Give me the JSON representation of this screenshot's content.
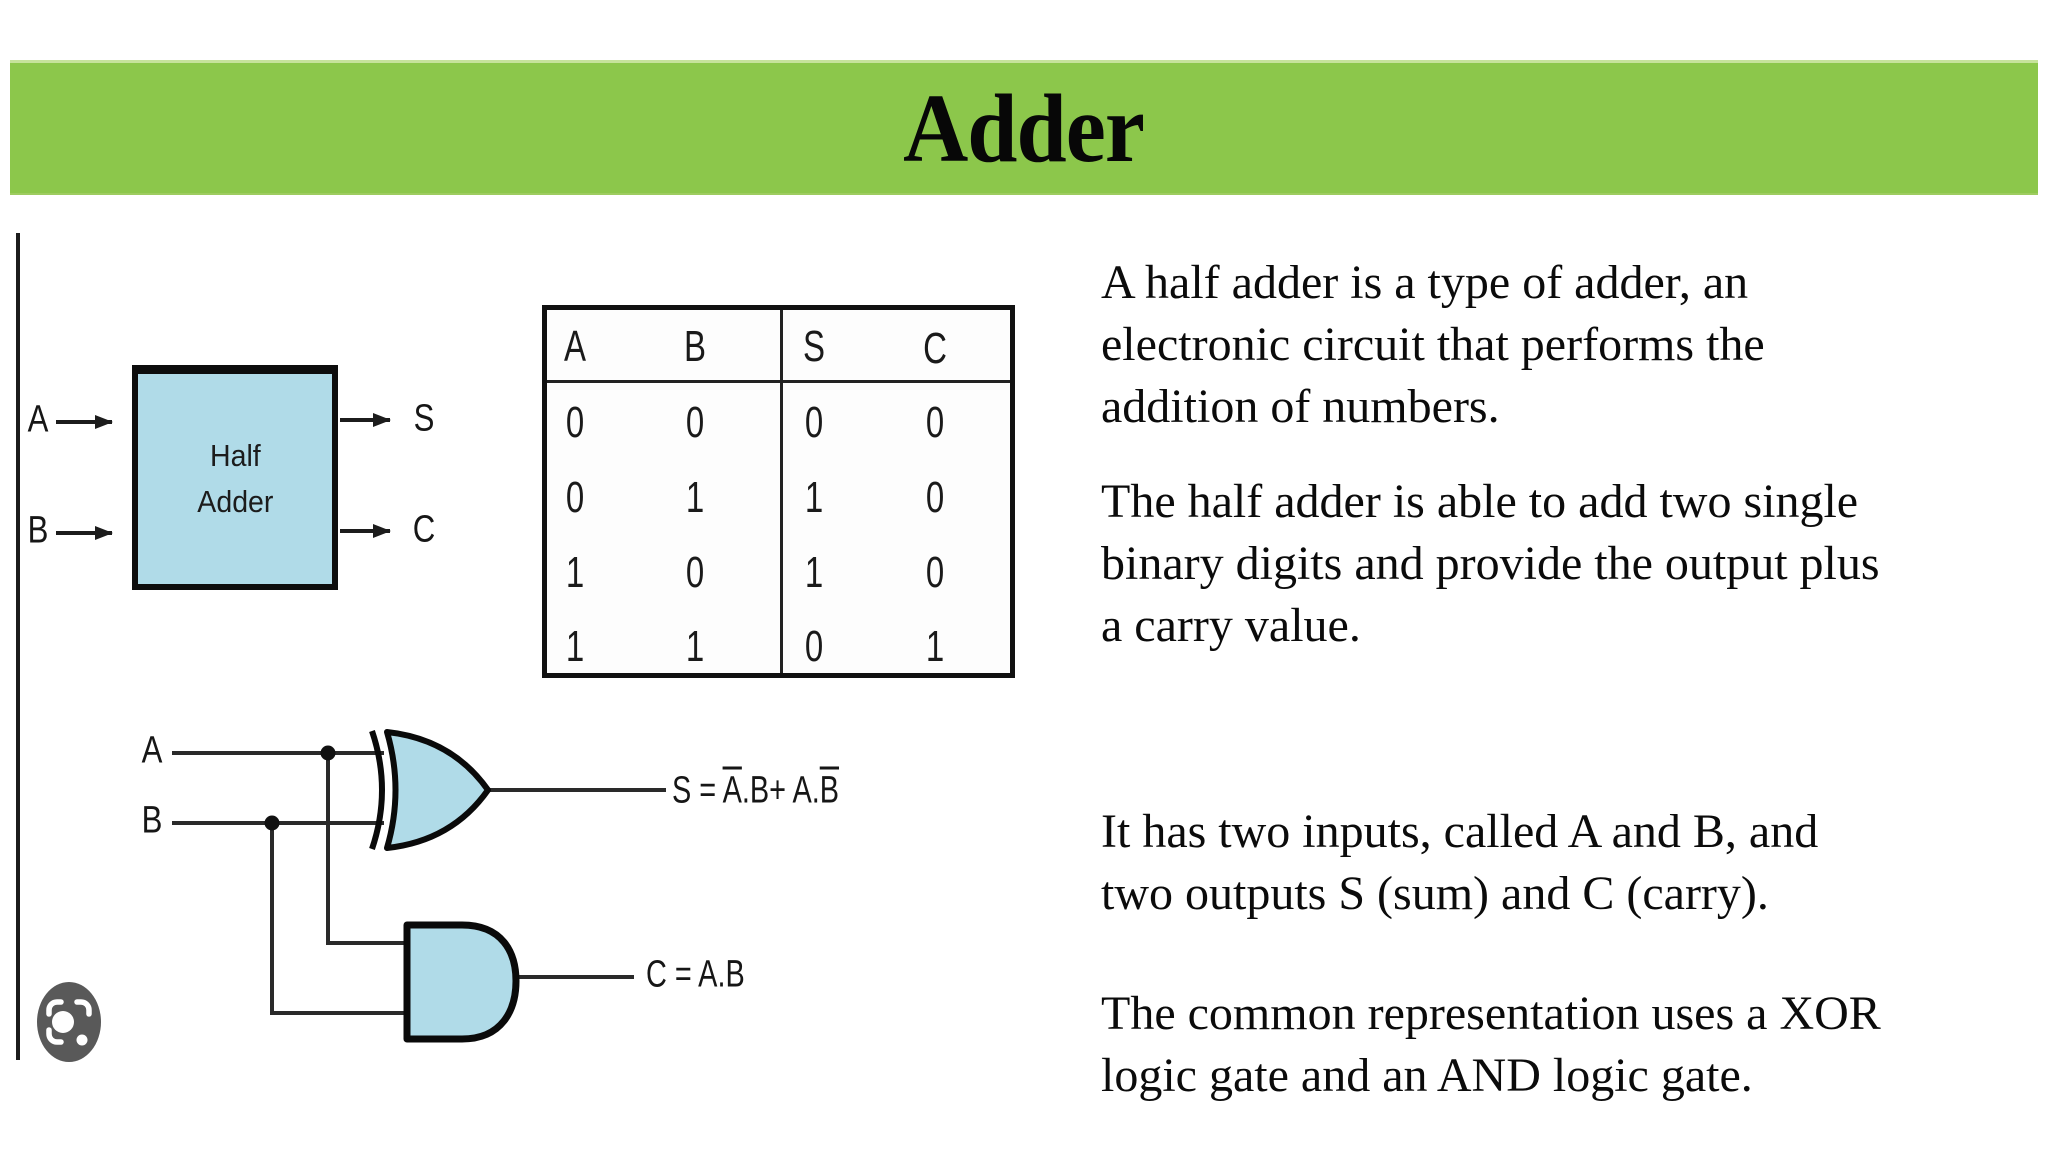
{
  "title": "Adder",
  "colors": {
    "banner_green": "#8CC74B",
    "banner_top_edge": "#C6E39B",
    "diagram_fill_blue": "#B0DBE8",
    "icon_gray": "#595959"
  },
  "block_diagram": {
    "name_line1": "Half",
    "name_line2": "Adder",
    "input_a": "A",
    "input_b": "B",
    "output_s": "S",
    "output_c": "C"
  },
  "truth_table": {
    "headers": [
      "A",
      "B",
      "S",
      "C"
    ],
    "rows": [
      [
        "0",
        "0",
        "0",
        "0"
      ],
      [
        "0",
        "1",
        "1",
        "0"
      ],
      [
        "1",
        "0",
        "1",
        "0"
      ],
      [
        "1",
        "1",
        "0",
        "1"
      ]
    ]
  },
  "gate_diagram": {
    "input_a": "A",
    "input_b": "B",
    "s_eq_prefix": "S = ",
    "s_eq_a_overline": "A",
    "s_eq_middle": ".B+ A.",
    "s_eq_b_overline": "B",
    "c_equation": "C = A.B"
  },
  "paragraphs": {
    "p1": {
      "l1": "A half adder is a type of adder, an",
      "l2": "electronic circuit that performs the",
      "l3": "addition of numbers."
    },
    "p2": {
      "l1": "The half adder is able to add two single",
      "l2": "binary digits and provide the output plus",
      "l3": "a carry value."
    },
    "p3": {
      "l1": "It has two inputs, called A and B, and",
      "l2": "two outputs S (sum) and C (carry)."
    },
    "p4": {
      "l1": "The common representation uses a XOR",
      "l2": "logic gate and an AND logic gate."
    }
  },
  "icons": {
    "bottom_left": "google-lens-icon"
  }
}
